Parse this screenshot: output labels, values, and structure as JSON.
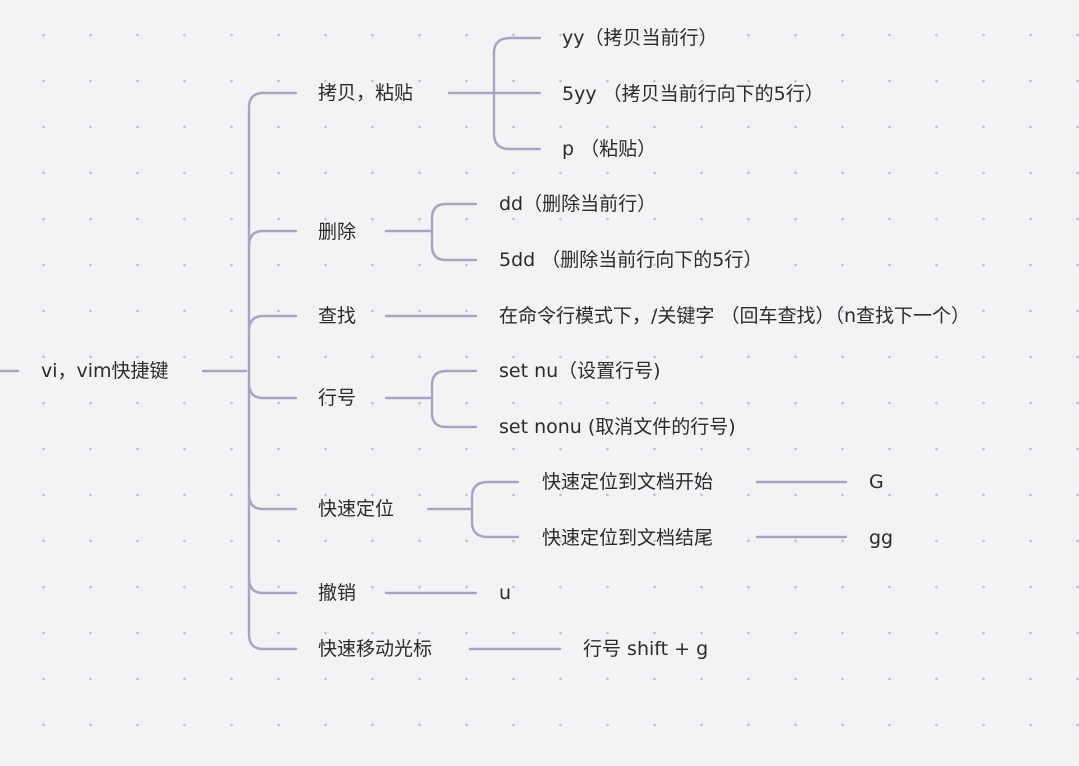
{
  "mindmap": {
    "root": "vi，vim快捷键",
    "branches": [
      {
        "label": "拷贝，粘贴",
        "children": [
          {
            "label": "yy（拷贝当前行）"
          },
          {
            "label": "5yy （拷贝当前行向下的5行）"
          },
          {
            "label": "p （粘贴）"
          }
        ]
      },
      {
        "label": "删除",
        "children": [
          {
            "label": "dd（删除当前行）"
          },
          {
            "label": "5dd （删除当前行向下的5行）"
          }
        ]
      },
      {
        "label": "查找",
        "children": [
          {
            "label": "在命令行模式下，/关键字 （回车查找）（n查找下一个）"
          }
        ]
      },
      {
        "label": "行号",
        "children": [
          {
            "label": "set nu（设置行号)"
          },
          {
            "label": "set nonu (取消文件的行号)"
          }
        ]
      },
      {
        "label": "快速定位",
        "children": [
          {
            "label": "快速定位到文档开始",
            "children": [
              {
                "label": "G"
              }
            ]
          },
          {
            "label": "快速定位到文档结尾",
            "children": [
              {
                "label": "gg"
              }
            ]
          }
        ]
      },
      {
        "label": "撤销",
        "children": [
          {
            "label": "u"
          }
        ]
      },
      {
        "label": "快速移动光标",
        "children": [
          {
            "label": "行号 shift + g"
          }
        ]
      }
    ]
  }
}
